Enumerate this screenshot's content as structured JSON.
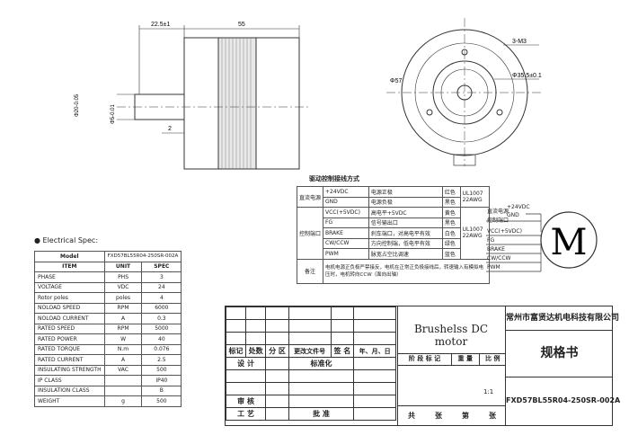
{
  "drawing": {
    "dim_flange": "22.5±1",
    "dim_body": "55",
    "dim_shaft_dia": "Φ20-0.05",
    "dim_shaft_small": "Φ5-0.01",
    "dim_key": "2",
    "front": {
      "screw": "3-M3",
      "pcd": "Φ57",
      "pilot": "Φ35.5±0.1"
    }
  },
  "wiring": {
    "title": "驱动控制接线方式",
    "groups": [
      {
        "label": "直流电源",
        "rows": [
          {
            "signal": "+24VDC",
            "desc": "电源正极",
            "color": "红色"
          },
          {
            "signal": "GND",
            "desc": "电源负极",
            "color": "黑色"
          }
        ],
        "gauge": "UL1007\n22AWG"
      },
      {
        "label": "控制端口",
        "rows": [
          {
            "signal": "VCC(+5VDC)",
            "desc": "高电平+5VDC",
            "color": "黄色"
          },
          {
            "signal": "FG",
            "desc": "信号输出口",
            "color": "黑色"
          },
          {
            "signal": "BRAKE",
            "desc": "刹车端口，对高电平有效",
            "color": "白色"
          },
          {
            "signal": "CW/CCW",
            "desc": "方向控制端，低电平有效",
            "color": "绿色"
          },
          {
            "signal": "PWM",
            "desc": "脉宽占空比调速",
            "color": "蓝色"
          }
        ],
        "gauge": "UL1007\n22AWG"
      }
    ],
    "note_label": "备注",
    "note": "电机电源正负极严禁接反，电机在正常正负极接线后，转速输入有模拟电压时，电机转向CCW（面向出轴）"
  },
  "spec": {
    "title": "Electrical Spec:",
    "model_label": "Model",
    "model": "FXD57BL55R04-250SR-002A",
    "headers": [
      "ITEM",
      "UNIT",
      "SPEC"
    ],
    "rows": [
      [
        "PHASE",
        "PHS",
        "3"
      ],
      [
        "VOLTAGE",
        "VDC",
        "24"
      ],
      [
        "Rotor poles",
        "poles",
        "4"
      ],
      [
        "NOLOAD SPEED",
        "RPM",
        "6000"
      ],
      [
        "NOLOAD CURRENT",
        "A",
        "0.3"
      ],
      [
        "RATED SPEED",
        "RPM",
        "5000"
      ],
      [
        "RATED POWER",
        "W",
        "40"
      ],
      [
        "RATED TORQUE",
        "N.m",
        "0.076"
      ],
      [
        "RATED CURRENT",
        "A",
        "2.5"
      ],
      [
        "INSULATING STRENGTH",
        "VAC",
        "500"
      ],
      [
        "IP CLASS",
        "",
        "IP40"
      ],
      [
        "INSULATION CLASS",
        "",
        "B"
      ],
      [
        "WEIGHT",
        "g",
        "500"
      ]
    ]
  },
  "schematic": {
    "lines": [
      "+24VDC",
      "GND",
      "VCC(+5VDC)",
      "FG",
      "BRAKE",
      "CW/CCW",
      "PWM"
    ],
    "label_power": "直流电源",
    "label_ctrl": "控制端口",
    "motor": "M"
  },
  "titleblock": {
    "name": "Brushelss DC motor",
    "company": "常州市富贤达机电科技有限公司",
    "doc_type": "规格书",
    "part_no": "FXD57BL55R04-250SR-002A",
    "scale": "1:1",
    "rev_headers": [
      "标记",
      "处数",
      "分 区",
      "更改文件号",
      "签 名",
      "年、月、日"
    ],
    "row_design": [
      "设 计",
      "标准化"
    ],
    "row_check": "审 核",
    "row_process": [
      "工 艺",
      "批 准"
    ],
    "stage_headers": [
      "阶 段 标 记",
      "重 量",
      "比 例"
    ],
    "sheet": [
      "共",
      "张",
      "第",
      "张"
    ]
  }
}
